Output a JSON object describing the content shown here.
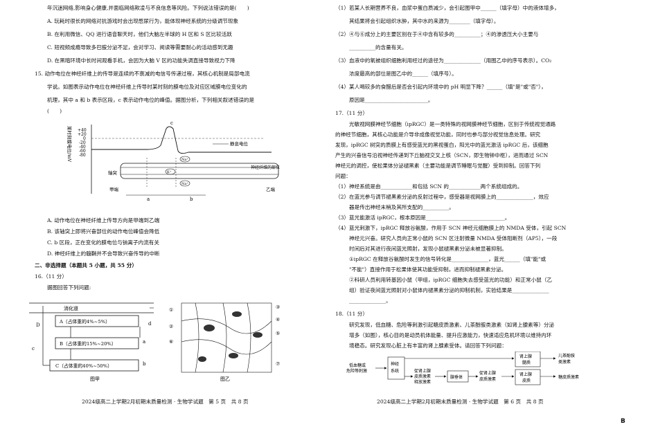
{
  "left": {
    "q14_tail": "年沉迷网络,影响身心健康,并面临网络欺凌与不良信息等风险。下列说法错误的是(　　)",
    "q14_options": [
      "A.  玩耗时很长的网络对抗游戏时会出现憋尿行为，能体现神经系统的分级调节现象",
      "B.  在利用微信、QQ 进行语音聊天时，他们大脑左半球的 H 区和 S 区比较活跃",
      "C.  短视频成瘾导致多巴胺分泌不足，会对学习、阅读等需要耐心的活动感到无趣",
      "D.  在黑暗环境中长时间观看手机，会因为大脑 V 区的功能失调直接导致视力下降"
    ],
    "q15_lines": [
      "15.  动作电位在神经纤维上的传导是连续的不衰减的电信号传递过程，其核心机制是局部电流",
      "学说。如图表示动作电位在神经纤维上传导时某时刻的膜电位及对应区域膜电位变化的",
      "机理，其中 a 和 b 表示区段，c 表示动作电位的峰值。据图分析，下列相关叙述错误的是",
      "(　　)"
    ],
    "fig15": {
      "ylabel": "某时刻膜电位/mV",
      "ticks": [
        "+40",
        "+20",
        "0",
        "-20",
        "-40",
        "-60",
        "-80"
      ],
      "peak": "c",
      "rest_label": "静息电位",
      "axon_label": "轴突",
      "end_left": "甲端",
      "end_right": "乙端",
      "nerve_label": "神经纤维的部位",
      "seg_a": "a",
      "seg_b": "b",
      "ion_k": "K⁺",
      "ion_na": "Na⁺"
    },
    "q15_options": [
      "A.  动作电位在神经纤维上传导方向是甲端到乙端",
      "B.  该轴突上即将兴奋部位的动作电位峰值会降低",
      "C.  b 区段，正在变化的膜电位与钠离子内流有关",
      "D.  神经纤维上的髓鞘并不会导致兴奋传导的中断"
    ],
    "section": "二、非选择题（本题共 5 小题，共 55 分）",
    "q16_head": "16.（11 分）",
    "q16_prompt": "据图回答下列问题:",
    "fig_jia": {
      "tract": "消化道",
      "boxA": "A（占体重的4%~5%）",
      "boxB": "B（占体重的15%~20%）",
      "boxC": "C（占体重的40%~50%）",
      "lblD": "D",
      "lblc": "c",
      "lbld": "d",
      "lbla": "a",
      "lblb": "b",
      "caption": "图甲"
    },
    "fig_yi": {
      "nums": [
        "①",
        "②",
        "⑥",
        "③",
        "④",
        "⑤",
        "⑦"
      ],
      "caption": "图乙"
    },
    "footer": "2024级高二上学期2月初期末质量检测 · 生物学试题　第 5 页　共 8 页"
  },
  "right": {
    "q16_items": [
      "（1）若某人长期营养不良，血浆中蛋白质减少，会引起图甲中______（填字母）中的液体增多，",
      "其结果将会引起组织水肿，其中水的来源为________（填字母）。",
      "（2）④与⑥成分上的主要区别在于④中含有较多的__________；④的渗透压大小主要与",
      "__________的含量有关。",
      "（3）血液中的氧被组织细胞利用经过的途径为______________（用图乙中的序号表示）。CO₂",
      "浓度最高的部位是图乙中的______（填序号）。",
      "（4）某人喝较多的食醋后是否会引起内环境中的 pH 明显下降？______（填\"是\"或\"否\"），",
      "原因是________________________。"
    ],
    "q17_head": "17.（11 分）",
    "q17_para": [
      "光敏视网膜神经节细胞（ipRGC）是一类特殊的视网膜神经节细胞，区别于传统视觉通路",
      "的神经节细胞，其核心功能是介导非成像视觉功能，同时也参与部分视觉信息处理。研究",
      "发现，ipRGC 树突的质膜上有感受蓝光的黑视蛋白，阳光中的蓝光激活 ipRGC 后，该细胞",
      "产生的兴奋信号沿视神经传递到下丘脑视交叉上核（SCN，即生物钟中枢），进而通过 SCN",
      "神经元的调控，使松果体分泌褪黑素（主要功能是调节睡眠与觉醒）受到抑制。回答下列",
      "问题："
    ],
    "q17_items": [
      "（1）神经系统是由____________和包括 SCN 的____________两个系统组成的。",
      "（2）在蓝光参与调节褪黑素分泌的反射过程中，感受器是视网膜上的______________，效应",
      "器是传出神经末梢及其所支配的__________。",
      "（3）蓝光能激活 ipRGC，根本原因是______________________________。",
      "（4）蓝光刺激下，ipRGC 释放谷氨酸，作用于 SCN 神经元细胞膜上的 NMDA 受体，引起 SCN",
      "神经元兴奋。研究人员向正常小鼠的 SCN 区注射微量 NMDA 受体阻断剂（AP5），一段",
      "时间后对其进行夜间蓝光照射，发现小鼠褪黑素分泌未被显著抑制。",
      "①ipRGC 在释放谷氨酸时发生的信号转化是______________，蓝光______（填\"能\"或",
      "\"不能\"）直接作用于松果体使其功能受抑制，进而抑制褪黑素分泌。",
      "②科研人员利用转基因小鼠（甲组，ipRGC 细胞失去感受蓝光的功能）和正常小鼠（乙",
      "组）验证夜间蓝光照射对小鼠体内褪黑素分泌的抑制机制，实验结果是______________",
      "______________。"
    ],
    "q18_head": "18.（11 分）",
    "q18_para": [
      "研究发现，低血糖、危险等刺激引起糖皮质激素、儿茶酚胺类激素（如肾上腺素等）分泌",
      "增多（如图），核心目的是动员机体能量、提升应激能力，快速适应危机环境以维持内环",
      "境稳态。研究发现心脏上有丰富的肾上腺素受体。请回答下列问题："
    ],
    "flow": {
      "stimulus": [
        "低血糖或",
        "危险等刺激"
      ],
      "nervous": [
        "神经",
        "系统"
      ],
      "medulla": [
        "肾上腺",
        "髓质"
      ],
      "catechol": [
        "儿茶酚胺",
        "类激素"
      ],
      "crh": [
        "促肾上腺",
        "皮质激素",
        "释放激素"
      ],
      "pituitary": "腺垂体",
      "acth": [
        "促肾上腺",
        "皮质激素"
      ],
      "cortex": [
        "肾上腺",
        "皮质"
      ],
      "gluco": "糖皮质激素"
    },
    "footer": "2024级高二上学期2月初期末质量检测 · 生物学试题　第 6 页　共 8 页"
  },
  "corner_mark": "B"
}
